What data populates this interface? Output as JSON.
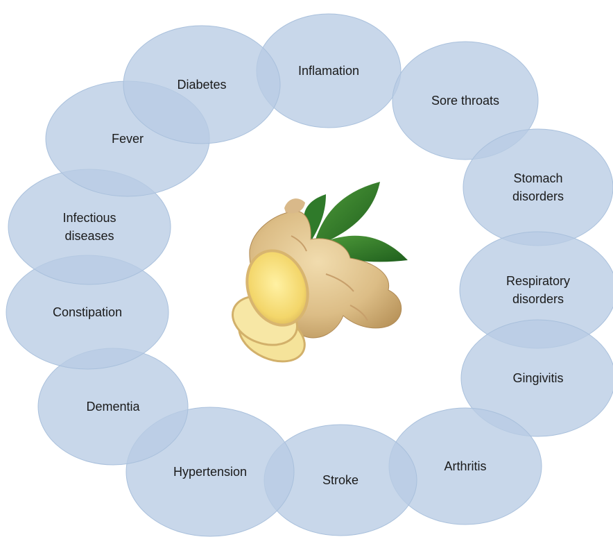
{
  "diagram": {
    "center_image": "ginger-root-with-leaves",
    "colors": {
      "bubble_fill": "#b8cce4",
      "bubble_stroke": "#a9c0dc",
      "text": "#1a1a1a"
    },
    "bubbles": [
      {
        "lines": [
          "Inflamation"
        ]
      },
      {
        "lines": [
          "Sore throats"
        ]
      },
      {
        "lines": [
          "Stomach",
          "disorders"
        ]
      },
      {
        "lines": [
          "Respiratory",
          "disorders"
        ]
      },
      {
        "lines": [
          "Gingivitis"
        ]
      },
      {
        "lines": [
          "Arthritis"
        ]
      },
      {
        "lines": [
          "Stroke"
        ]
      },
      {
        "lines": [
          "Hypertension"
        ]
      },
      {
        "lines": [
          "Dementia"
        ]
      },
      {
        "lines": [
          "Constipation"
        ]
      },
      {
        "lines": [
          "Infectious",
          "diseases"
        ]
      },
      {
        "lines": [
          "Fever"
        ]
      },
      {
        "lines": [
          "Diabetes"
        ]
      }
    ]
  }
}
